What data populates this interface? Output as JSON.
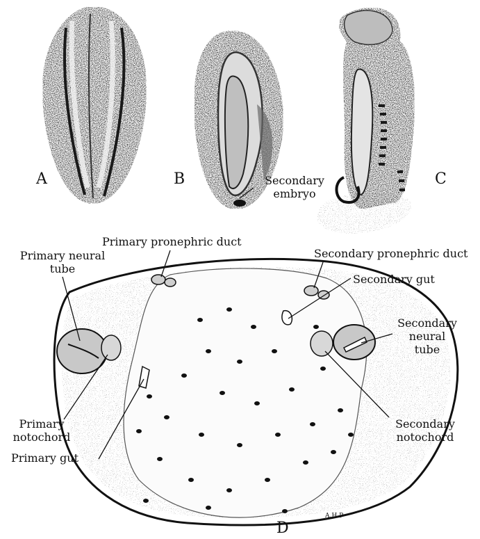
{
  "panels": {
    "a": "A",
    "b": "B",
    "c": "C",
    "d": "D"
  },
  "labels": {
    "secondary_embryo": [
      "Secondary",
      "embryo"
    ],
    "primary_pronephric_duct": "Primary pronephric duct",
    "secondary_pronephric_duct": "Secondary pronephric duct",
    "primary_neural_tube": [
      "Primary neural",
      "tube"
    ],
    "secondary_gut": "Secondary gut",
    "secondary_neural_tube": [
      "Secondary",
      "neural",
      "tube"
    ],
    "primary_notochord": [
      "Primary",
      "notochord"
    ],
    "secondary_notochord": [
      "Secondary",
      "notochord"
    ],
    "primary_gut": "Primary gut"
  },
  "signature": "A.H.P",
  "colors": {
    "ink": "#111111",
    "stipple": "#4a4a4a",
    "paper": "#ffffff"
  }
}
